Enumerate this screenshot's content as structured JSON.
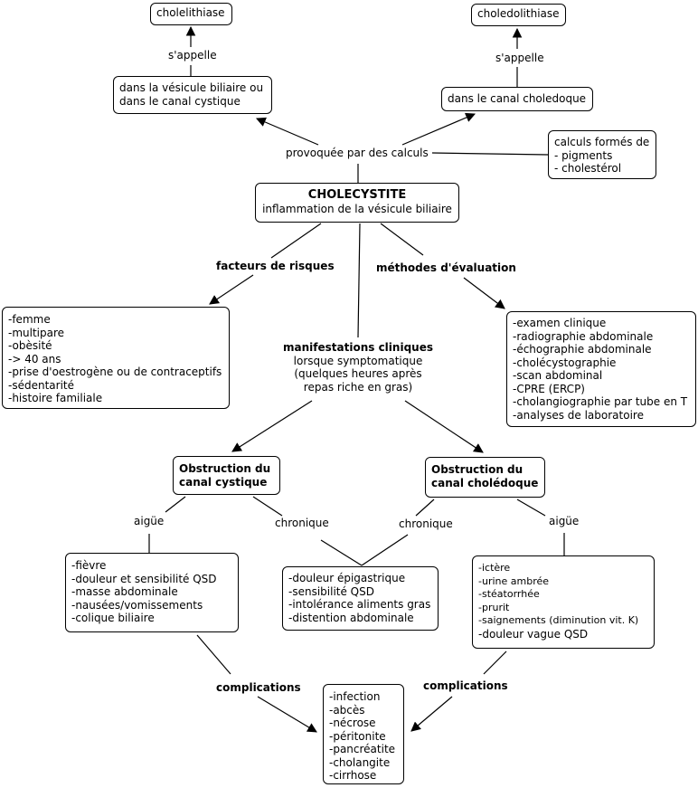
{
  "boxes": {
    "cholelithiase": "cholelithiase",
    "choledolithiase": "choledolithiase",
    "vesicule": [
      "dans la vésicule biliaire ou",
      "dans le canal cystique"
    ],
    "canal_choledoque": "dans le canal choledoque",
    "calculs": [
      "calculs formés de",
      "- pigments",
      "- cholestérol"
    ],
    "main": {
      "title": "CHOLECYSTITE",
      "subtitle": "inflammation de la vésicule biliaire"
    },
    "risques": [
      "-femme",
      "-multipare",
      "-obèsité",
      "-> 40 ans",
      "-prise d'oestrogène ou de contraceptifs",
      "-sédentarité",
      "-histoire familiale"
    ],
    "evaluation": [
      "-examen clinique",
      "-radiographie abdominale",
      "-échographie abdominale",
      "-cholécystographie",
      "-scan abdominal",
      "-CPRE (ERCP)",
      "-cholangiographie par tube en T",
      "-analyses de laboratoire"
    ],
    "obstruction_cystique": [
      "Obstruction du",
      "canal cystique"
    ],
    "obstruction_choledoque": [
      "Obstruction du",
      "canal cholédoque"
    ],
    "cystique_aigue": [
      "-fièvre",
      "-douleur et sensibilité QSD",
      "-masse abdominale",
      "-nausées/vomissements",
      "-colique biliaire"
    ],
    "chronique": [
      "-douleur épigastrique",
      "-sensibilité QSD",
      "-intolérance aliments gras",
      "-distention abdominale"
    ],
    "choledoque_aigue": [
      "-ictère",
      "-urine ambrée",
      "-stéatorrhée",
      "-prurit",
      "-saignements (diminution vit. K)",
      "-douleur vague QSD"
    ],
    "complications": [
      "-infection",
      "-abcès",
      "-nécrose",
      "-péritonite",
      "-pancréatite",
      "-cholangite",
      "-cirrhose"
    ]
  },
  "labels": {
    "sappelle_left": "s'appelle",
    "sappelle_right": "s'appelle",
    "provoquee": "provoquée par des calculs",
    "facteurs": "facteurs de risques",
    "methodes": "méthodes d'évaluation",
    "manifestations": "manifestations cliniques",
    "manifestations_sub": [
      "lorsque symptomatique",
      "(quelques heures après",
      "repas riche en gras)"
    ],
    "aigue_left": "aigüe",
    "chronique_left": "chronique",
    "chronique_right": "chronique",
    "aigue_right": "aigüe",
    "complications_left": "complications",
    "complications_right": "complications"
  }
}
